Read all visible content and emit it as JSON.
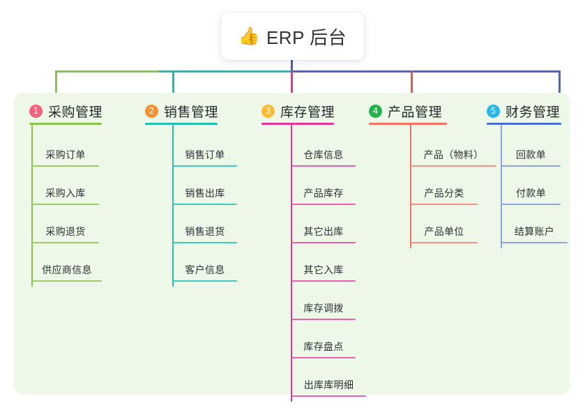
{
  "diagram": {
    "type": "mind-map",
    "title": "ERP 后台",
    "root": {
      "icon": "thumbs-up-icon",
      "icon_glyph": "👍",
      "label": "ERP 后台"
    },
    "panel_background": "#eef8e8",
    "branches": [
      {
        "index": "1",
        "label": "采购管理",
        "badge_color": "#f4617b",
        "accent_color": "#8bc34a",
        "connector_color": "#8bc34a",
        "items": [
          "采购订单",
          "采购入库",
          "采购退货",
          "供应商信息"
        ]
      },
      {
        "index": "2",
        "label": "销售管理",
        "badge_color": "#f5922f",
        "accent_color": "#24c0b0",
        "connector_color": "#17bfae",
        "items": [
          "销售订单",
          "销售出库",
          "销售退货",
          "客户信息"
        ]
      },
      {
        "index": "3",
        "label": "库存管理",
        "badge_color": "#fbbc2e",
        "accent_color": "#e5359c",
        "connector_color": "#ef2d94",
        "items": [
          "仓库信息",
          "产品库存",
          "其它出库",
          "其它入库",
          "库存调拨",
          "库存盘点",
          "出库库明细"
        ]
      },
      {
        "index": "4",
        "label": "产品管理",
        "badge_color": "#22b14c",
        "accent_color": "#f76f62",
        "connector_color": "#f4514c",
        "items": [
          "产品（物料）",
          "产品分类",
          "产品单位"
        ]
      },
      {
        "index": "5",
        "label": "财务管理",
        "badge_color": "#29b6e8",
        "accent_color": "#4a6fd4",
        "connector_color": "#5061c9",
        "items": [
          "回款单",
          "付款单",
          "结算账户"
        ]
      }
    ],
    "trunk": {
      "color": "#4b55bf",
      "segments": [
        {
          "name": "left-green",
          "color": "#8bc34a"
        },
        {
          "name": "mid-teal",
          "color": "#17bfae"
        },
        {
          "name": "right-indigo",
          "color": "#5061c9"
        }
      ]
    }
  }
}
